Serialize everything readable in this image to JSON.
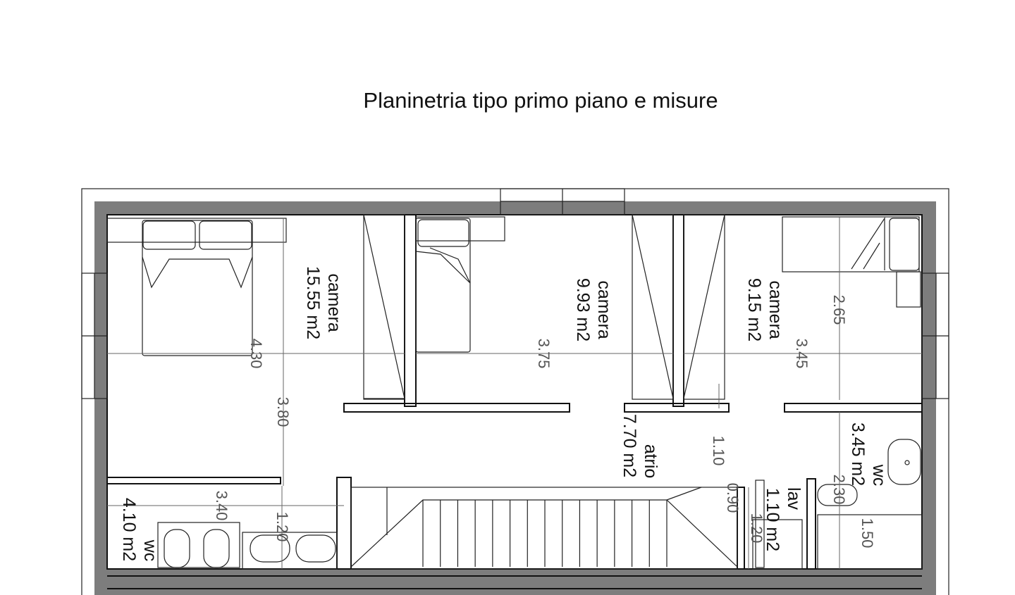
{
  "title": "Planinetria tipo primo piano e misure",
  "rooms": [
    {
      "name": "camera",
      "area": "15.55 m2"
    },
    {
      "name": "camera",
      "area": "9.93 m2"
    },
    {
      "name": "camera",
      "area": "9.15 m2"
    },
    {
      "name": "wc",
      "area": "3.45 m2"
    },
    {
      "name": "atrio",
      "area": "7.70 m2"
    },
    {
      "name": "lav",
      "area": "1.10 m2"
    },
    {
      "name": "wc",
      "area": "4.10 m2"
    }
  ],
  "dimensions": [
    "4.30",
    "3.80",
    "3.75",
    "3.45",
    "2.65",
    "1.10",
    "2.30",
    "1.50",
    "0.90",
    "1.20",
    "3.40",
    "1.20"
  ],
  "colors": {
    "wall": "#7d7d7d",
    "ink": "#111111",
    "dimension": "#666666"
  }
}
